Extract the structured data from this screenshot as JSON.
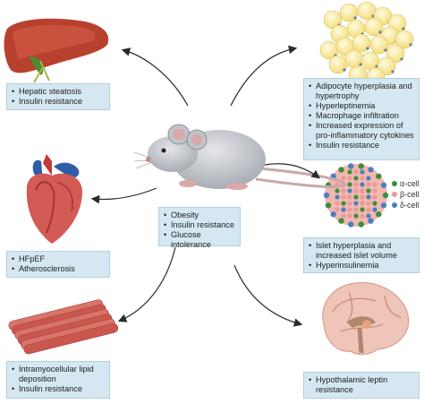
{
  "center": {
    "items": [
      "Obesity",
      "Insulin resistance",
      "Glucose intolerance"
    ]
  },
  "liver": {
    "items": [
      "Hepatic steatosis",
      "Insulin resistance"
    ]
  },
  "adipose": {
    "items": [
      "Adipocyte hyperplasia and hypertrophy",
      "Hyperleptinemia",
      "Macrophage infiltration",
      "Increased expression of pro-inflammatory cytokines",
      "Insulin resistance"
    ]
  },
  "heart": {
    "items": [
      "HFpEF",
      "Atherosclerosis"
    ]
  },
  "islet": {
    "items": [
      "Islet hyperplasia and increased islet volume",
      "Hyperinsulinemia"
    ],
    "legend": [
      {
        "label": "α-cell",
        "color": "#3a8f3a"
      },
      {
        "label": "β-cell",
        "color": "#e99a9a"
      },
      {
        "label": "δ-cell",
        "color": "#4a7fc1"
      }
    ]
  },
  "muscle": {
    "items": [
      "Intramyocellular lipid deposition",
      "Insulin resistance"
    ]
  },
  "brain": {
    "items": [
      "Hypothalamic leptin resistance"
    ]
  },
  "colors": {
    "box_fill": "#d5e8f2",
    "box_border": "#b3cedd",
    "arrow": "#2b2b2b"
  }
}
